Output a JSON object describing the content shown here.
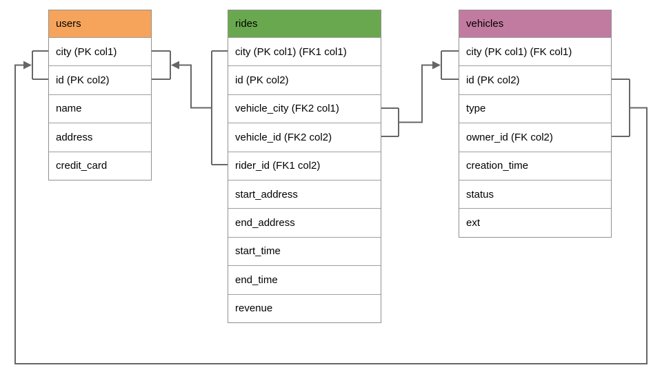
{
  "colors": {
    "background": "#ffffff",
    "connector": "#666666",
    "table_border": "#8f8f8f",
    "row_divider": "#9e9e9e",
    "text": "#000000",
    "users_header": "#F6A45B",
    "rides_header": "#6AA84F",
    "vehicles_header": "#C27BA0"
  },
  "tables": [
    {
      "name": "users",
      "columns": [
        "city (PK col1)",
        "id (PK col2)",
        "name",
        "address",
        "credit_card"
      ]
    },
    {
      "name": "rides",
      "columns": [
        "city (PK col1) (FK1 col1)",
        "id (PK col2)",
        "vehicle_city (FK2 col1)",
        "vehicle_id (FK2 col2)",
        "rider_id (FK1 col2)",
        "start_address",
        "end_address",
        "start_time",
        "end_time",
        "revenue"
      ]
    },
    {
      "name": "vehicles",
      "columns": [
        "city (PK col1) (FK col1)",
        "id (PK col2)",
        "type",
        "owner_id (FK col2)",
        "creation_time",
        "status",
        "ext"
      ]
    }
  ],
  "relationships": [
    {
      "id": "fk1",
      "from_table": "rides",
      "from_columns": [
        "city (FK1 col1)",
        "rider_id (FK1 col2)"
      ],
      "to_table": "users",
      "to_columns": [
        "city (PK col1)",
        "id (PK col2)"
      ]
    },
    {
      "id": "fk2",
      "from_table": "rides",
      "from_columns": [
        "vehicle_city (FK2 col1)",
        "vehicle_id (FK2 col2)"
      ],
      "to_table": "vehicles",
      "to_columns": [
        "city (PK col1)",
        "id (PK col2)"
      ]
    },
    {
      "id": "fk",
      "from_table": "vehicles",
      "from_columns": [
        "id (PK col2)",
        "owner_id (FK col2)"
      ],
      "to_table": "users",
      "to_columns": [
        "city (PK col1)",
        "id (PK col2)"
      ]
    }
  ]
}
